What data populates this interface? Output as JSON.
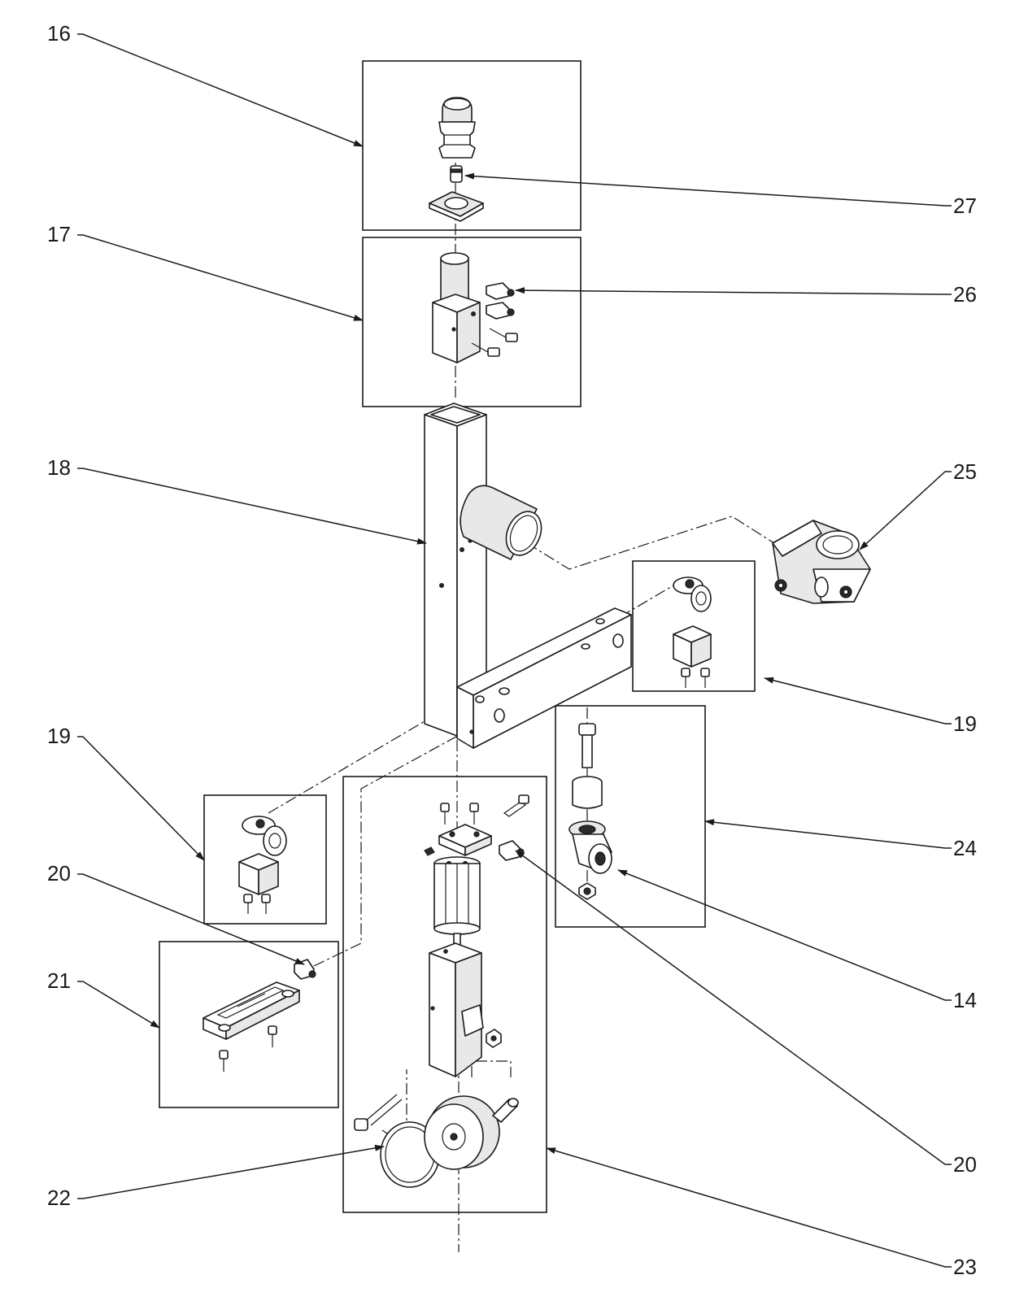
{
  "callouts": [
    {
      "id": "c16a",
      "text": "16"
    },
    {
      "id": "c17",
      "text": "17"
    },
    {
      "id": "c18",
      "text": "18"
    },
    {
      "id": "c19a",
      "text": "19"
    },
    {
      "id": "c20a",
      "text": "20"
    },
    {
      "id": "c21",
      "text": "21"
    },
    {
      "id": "c22",
      "text": "22"
    },
    {
      "id": "c27",
      "text": "27"
    },
    {
      "id": "c26",
      "text": "26"
    },
    {
      "id": "c25",
      "text": "25"
    },
    {
      "id": "c19b",
      "text": "19"
    },
    {
      "id": "c24",
      "text": "24"
    },
    {
      "id": "c14",
      "text": "14"
    },
    {
      "id": "c20b",
      "text": "20"
    },
    {
      "id": "c23",
      "text": "23"
    }
  ]
}
